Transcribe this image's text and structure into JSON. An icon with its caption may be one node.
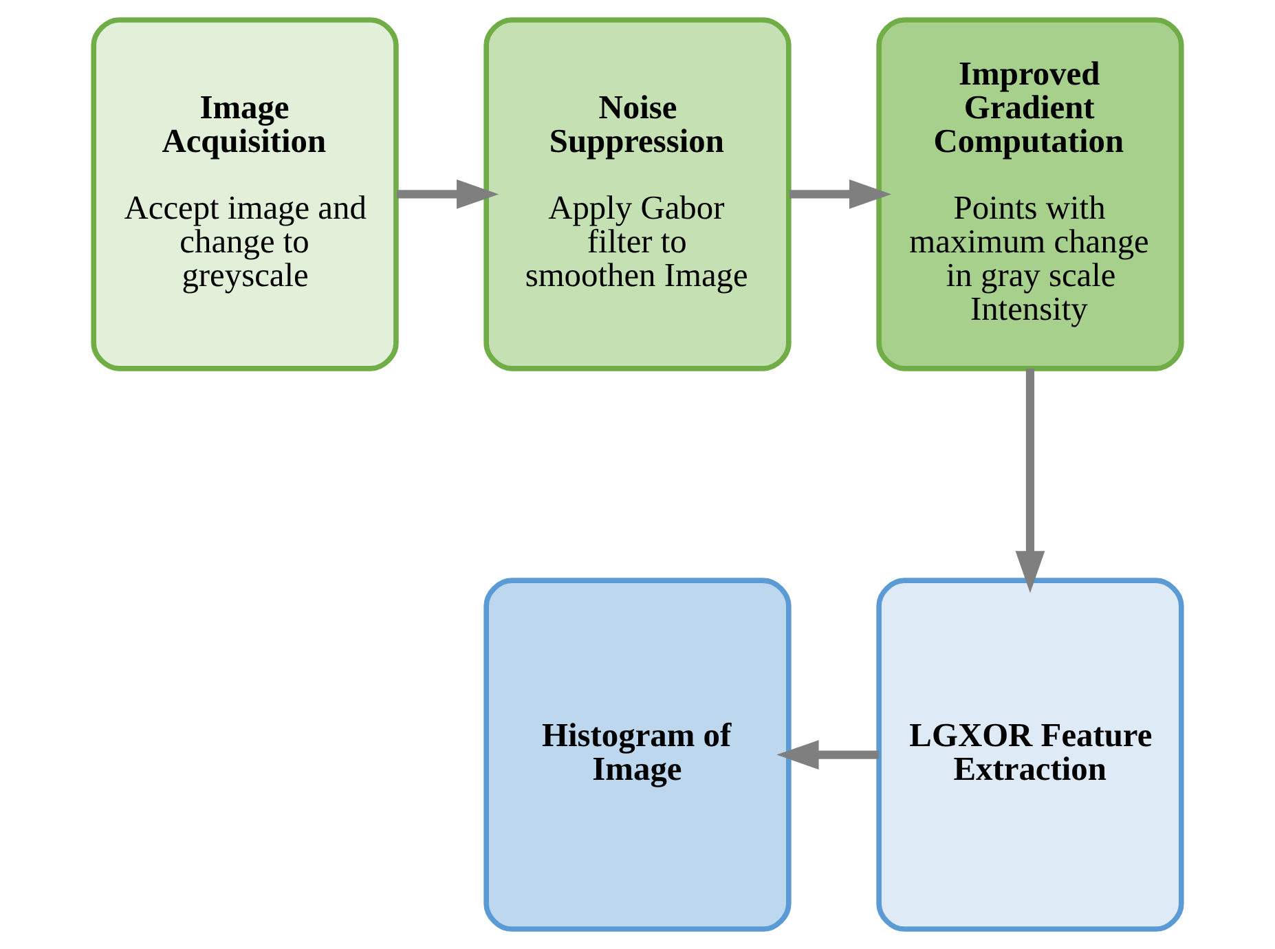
{
  "diagram": {
    "nodes": [
      {
        "text": [
          "Image Acquisition",
          "Accept image and change to greyscale"
        ]
      },
      {
        "text": [
          "Noise Suppression",
          "Apply Gabor filter to smoothen Image"
        ]
      },
      {
        "text": [
          "Improved Gradient Computation",
          "Points with maximum change in gray scale Intensity"
        ]
      },
      {
        "text": [
          "Histogram of Image"
        ]
      },
      {
        "text": [
          "LGXOR Feature Extraction"
        ]
      }
    ],
    "edges": [
      {
        "from": 0,
        "to": 1,
        "arrow": "to"
      },
      {
        "from": 1,
        "to": 2,
        "arrow": "to"
      },
      {
        "from": 2,
        "to": 4,
        "arrow": "to"
      },
      {
        "from": 4,
        "to": 3,
        "arrow": "to"
      }
    ]
  }
}
